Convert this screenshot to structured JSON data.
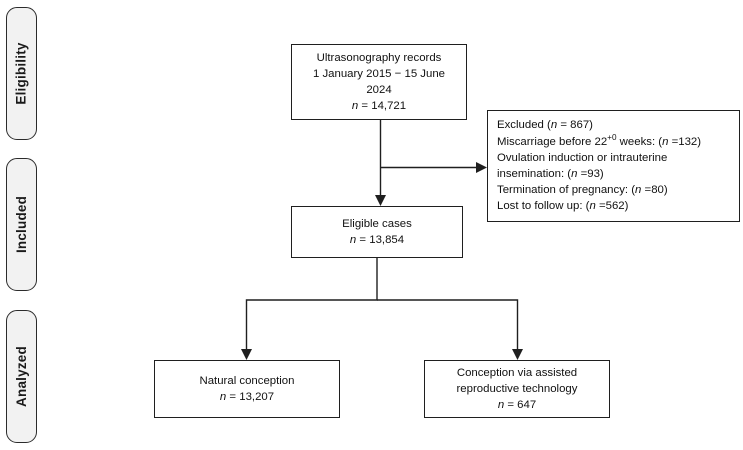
{
  "stages": [
    {
      "label": "Eligibility"
    },
    {
      "label": "Included"
    },
    {
      "label": "Analyzed"
    }
  ],
  "boxes": {
    "records": {
      "line1": "Ultrasonography records",
      "line2": "1 January 2015  − 15 June",
      "line3": "2024",
      "n_prefix": "n",
      "n_value": " = 14,721"
    },
    "excluded": {
      "line1_label": "Excluded (",
      "line1_n": "n",
      "line1_value": " = 867)",
      "line2_label": "Miscarriage before 22",
      "line2_sup": "+0",
      "line2_mid": " weeks: (",
      "line2_n": "n",
      "line2_value": " =132)",
      "line3_label": "Ovulation induction or intrauterine insemination: (",
      "line3_n": "n",
      "line3_value": " =93)",
      "line4_label": "Termination of pregnancy: (",
      "line4_n": "n",
      "line4_value": " =80)",
      "line5_label": "Lost to follow up: (",
      "line5_n": "n",
      "line5_value": " =562)"
    },
    "eligible": {
      "line1": "Eligible cases",
      "n_prefix": "n",
      "n_value": " = 13,854"
    },
    "natural": {
      "line1": "Natural conception",
      "n_prefix": "n",
      "n_value": " = 13,207"
    },
    "art": {
      "line1": "Conception via assisted",
      "line2": "reproductive technology",
      "n_prefix": "n",
      "n_value": " = 647"
    }
  },
  "colors": {
    "stroke": "#1f1f1f",
    "pill_fill": "#f2f2f2",
    "pill_border": "#2b2b2b",
    "background": "#ffffff"
  }
}
